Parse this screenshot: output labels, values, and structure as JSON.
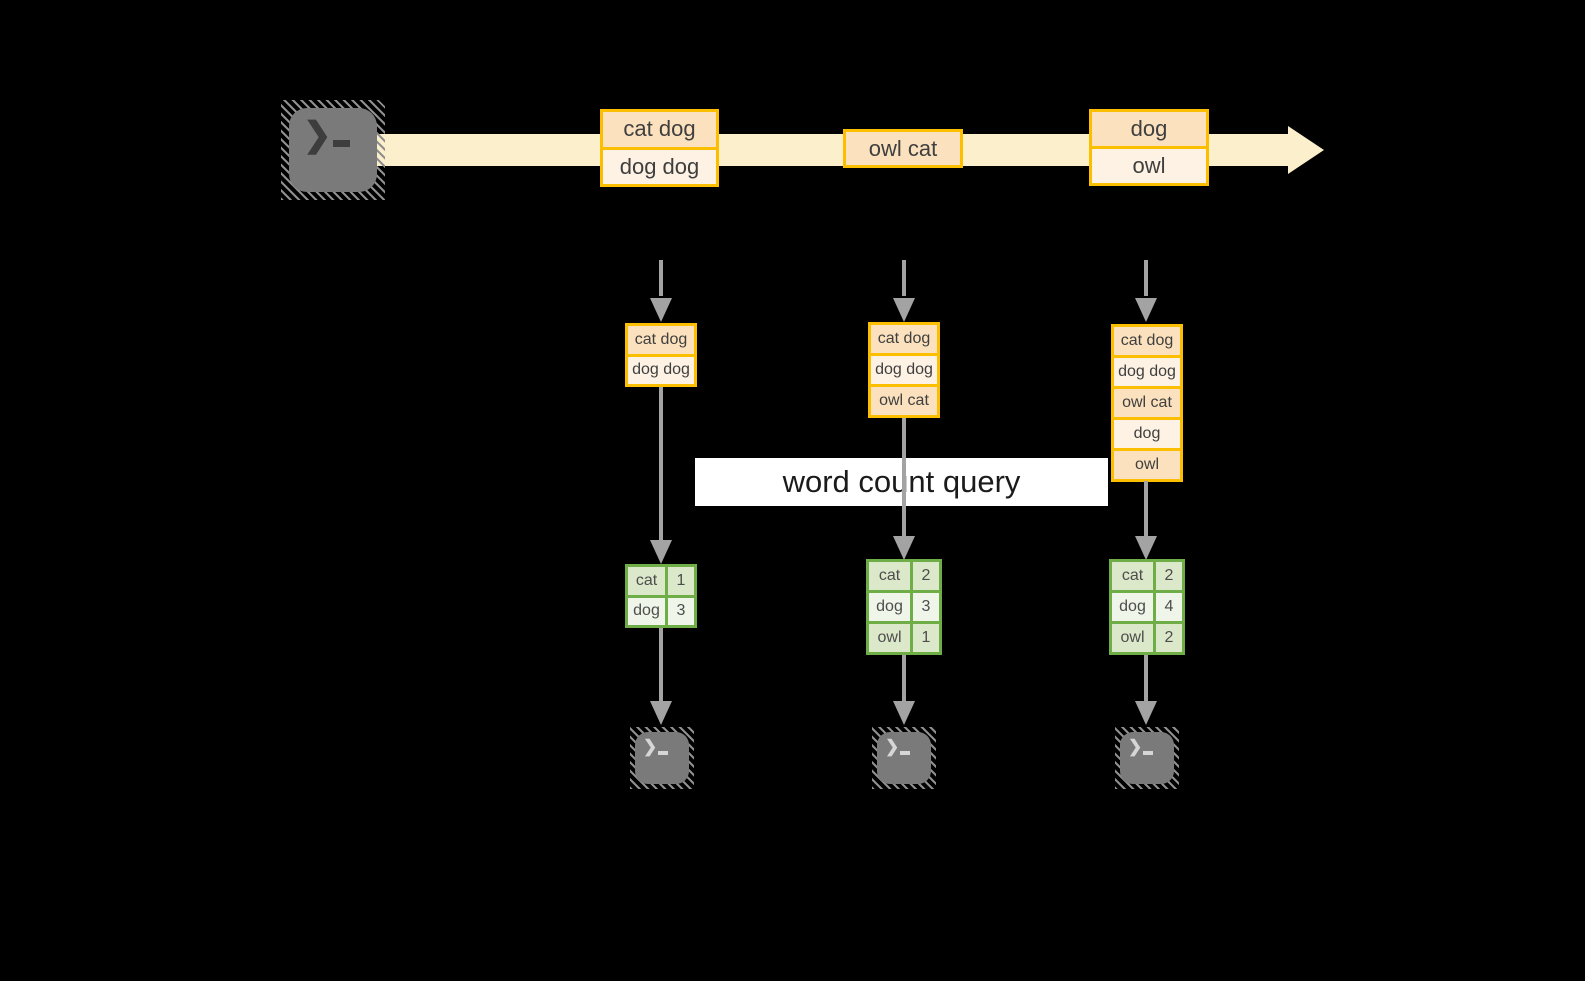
{
  "diagram": {
    "query_label": "word count query",
    "terminal_prompt": "❯",
    "stream_events": [
      {
        "rows": [
          "cat dog",
          "dog dog"
        ]
      },
      {
        "rows": [
          "owl cat"
        ]
      },
      {
        "rows": [
          "dog",
          "owl"
        ]
      }
    ],
    "snapshots": [
      {
        "rows": [
          "cat dog",
          "dog dog"
        ]
      },
      {
        "rows": [
          "cat dog",
          "dog dog",
          "owl cat"
        ]
      },
      {
        "rows": [
          "cat dog",
          "dog dog",
          "owl cat",
          "dog",
          "owl"
        ]
      }
    ],
    "count_tables": [
      {
        "rows": [
          {
            "word": "cat",
            "count": "1"
          },
          {
            "word": "dog",
            "count": "3"
          }
        ]
      },
      {
        "rows": [
          {
            "word": "cat",
            "count": "2"
          },
          {
            "word": "dog",
            "count": "3"
          },
          {
            "word": "owl",
            "count": "1"
          }
        ]
      },
      {
        "rows": [
          {
            "word": "cat",
            "count": "2"
          },
          {
            "word": "dog",
            "count": "4"
          },
          {
            "word": "owl",
            "count": "2"
          }
        ]
      }
    ],
    "colors": {
      "stream_fill": "#fbf0cb",
      "event_border": "#fcbf00",
      "event_cell_dark": "#fbe1bd",
      "event_cell_light": "#fdf2e3",
      "table_border": "#6fae46",
      "table_cell_dark": "#dce8ca",
      "table_cell_light": "#eff5e9",
      "connector_gray": "#a3a3a3",
      "terminal_fill": "#7a7a7a",
      "banner_bg": "#ffffff"
    }
  }
}
